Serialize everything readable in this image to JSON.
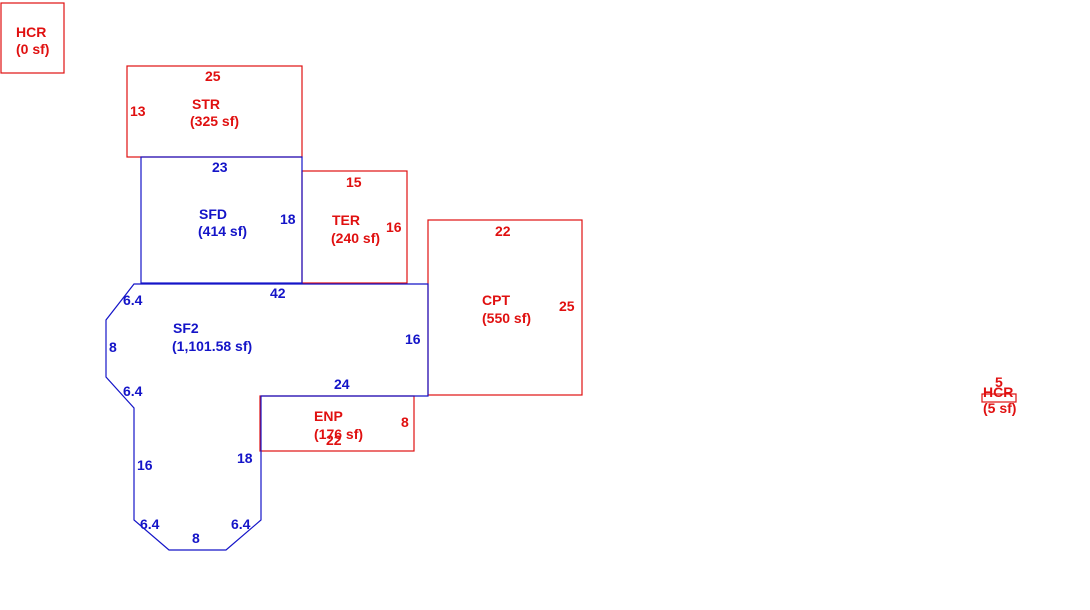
{
  "colors": {
    "red": "#e01010",
    "blue": "#1414c8"
  },
  "areas": {
    "hcr_top": {
      "code": "HCR",
      "area": "(0 sf)"
    },
    "str": {
      "code": "STR",
      "area": "(325 sf)"
    },
    "sfd": {
      "code": "SFD",
      "area": "(414 sf)"
    },
    "ter": {
      "code": "TER",
      "area": "(240 sf)"
    },
    "cpt": {
      "code": "CPT",
      "area": "(550 sf)"
    },
    "sf2": {
      "code": "SF2",
      "area": "(1,101.58 sf)"
    },
    "enp": {
      "code": "ENP",
      "area": "(176 sf)"
    },
    "hcr_right": {
      "code": "HCR",
      "area": "(5 sf)"
    }
  },
  "dimensions": {
    "str_top": "25",
    "str_left": "13",
    "sfd_top": "23",
    "sfd_right": "18",
    "ter_top": "15",
    "ter_right": "16",
    "cpt_top": "22",
    "cpt_right": "25",
    "sf2_top": "42",
    "sf2_right": "16",
    "sf2_inner": "24",
    "sf2_chamfer_tl": "6.4",
    "sf2_left": "8",
    "sf2_chamfer_ml": "6.4",
    "sf2_left_lower": "16",
    "sf2_inner_vertical": "18",
    "sf2_chamfer_bl": "6.4",
    "sf2_bottom": "8",
    "sf2_chamfer_br": "6.4",
    "enp_right": "8",
    "enp_bottom": "22",
    "hcr_right_top": "5"
  }
}
